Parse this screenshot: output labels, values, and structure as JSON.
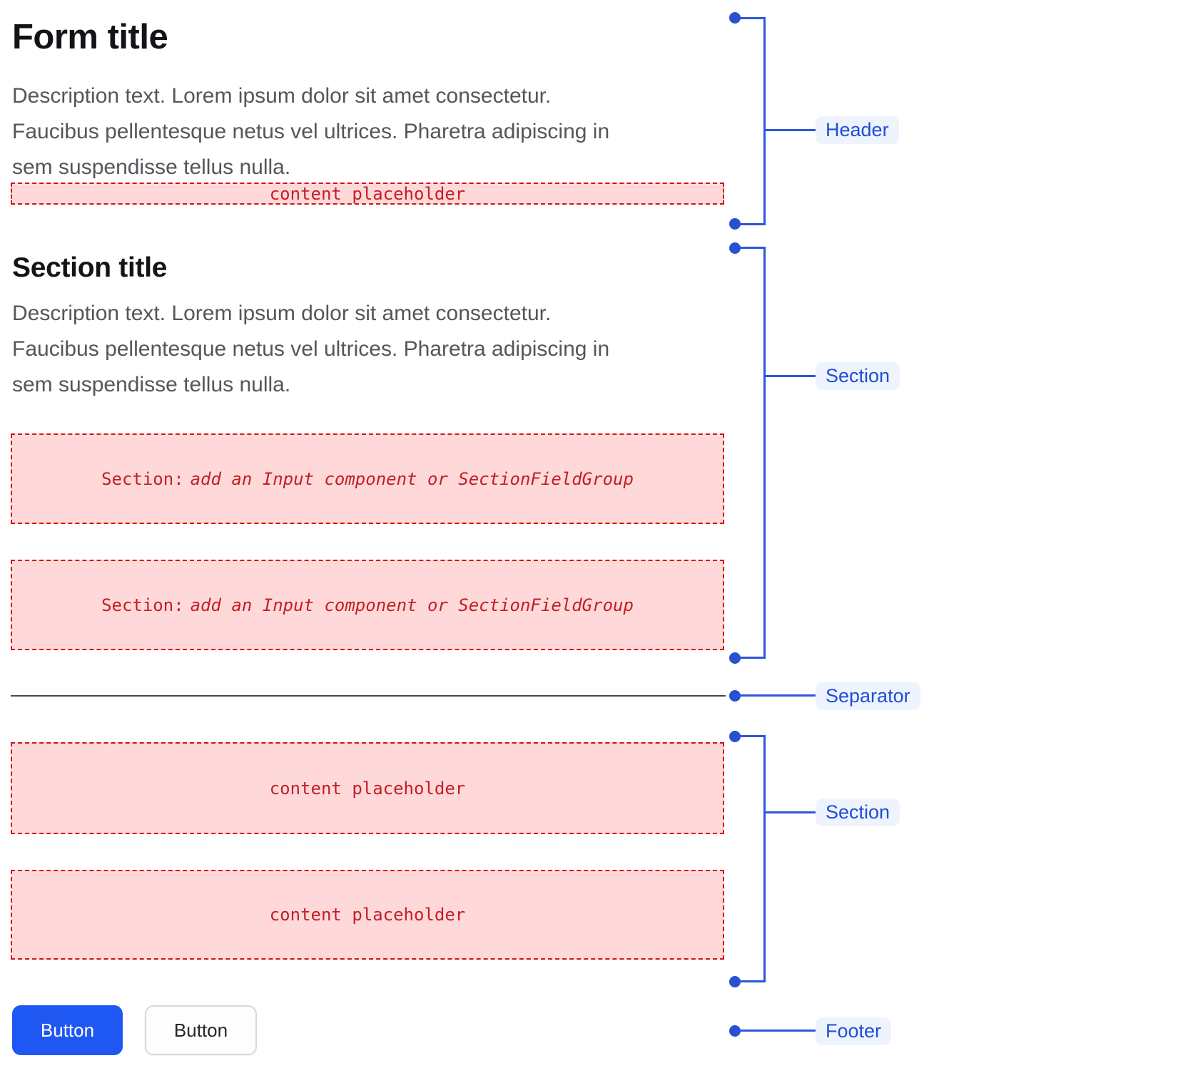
{
  "header": {
    "title": "Form title",
    "description_lines": [
      "Description text. Lorem ipsum dolor sit amet consectetur.",
      "Faucibus pellentesque netus vel ultrices. Pharetra adipiscing in",
      "sem suspendisse tellus nulla."
    ],
    "content_placeholder": "content placeholder"
  },
  "section": {
    "title": "Section title",
    "description_lines": [
      "Description text. Lorem ipsum dolor sit amet consectetur.",
      "Faucibus pellentesque netus vel ultrices. Pharetra adipiscing in",
      "sem suspendisse tellus nulla."
    ],
    "field_placeholder_prefix": "Section:",
    "field_placeholder_detail": "add an Input component or SectionFieldGroup"
  },
  "second_section": {
    "content_placeholders": [
      "content placeholder",
      "content placeholder"
    ]
  },
  "footer": {
    "primary_button_label": "Button",
    "secondary_button_label": "Button"
  },
  "annotations": {
    "header_label": "Header",
    "section_label_1": "Section",
    "separator_label": "Separator",
    "section_label_2": "Section",
    "footer_label": "Footer"
  },
  "colors": {
    "annotation_blue": "#2b57dd",
    "annotation_dot": "#2a50cf",
    "label_text_blue": "#1d4fd6",
    "label_bg": "#eef3fd",
    "placeholder_bg": "#ffd9d9",
    "placeholder_border": "#d31111",
    "placeholder_text": "#c41e24",
    "primary_button_bg": "#1f57f3",
    "separator_gray": "#47484d"
  }
}
